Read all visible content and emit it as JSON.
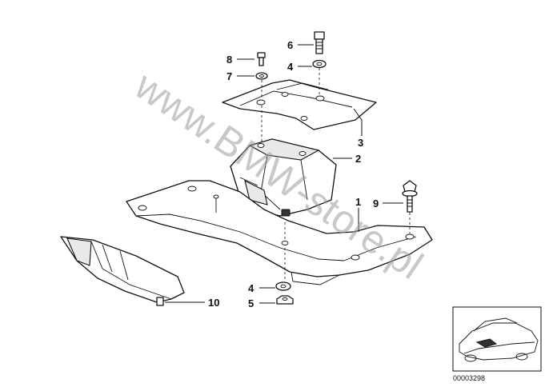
{
  "diagram": {
    "callouts": [
      "1",
      "2",
      "3",
      "4",
      "4",
      "5",
      "6",
      "7",
      "8",
      "9",
      "10"
    ],
    "watermark": "www.BMW-store.pl",
    "reference_number": "00003298"
  }
}
